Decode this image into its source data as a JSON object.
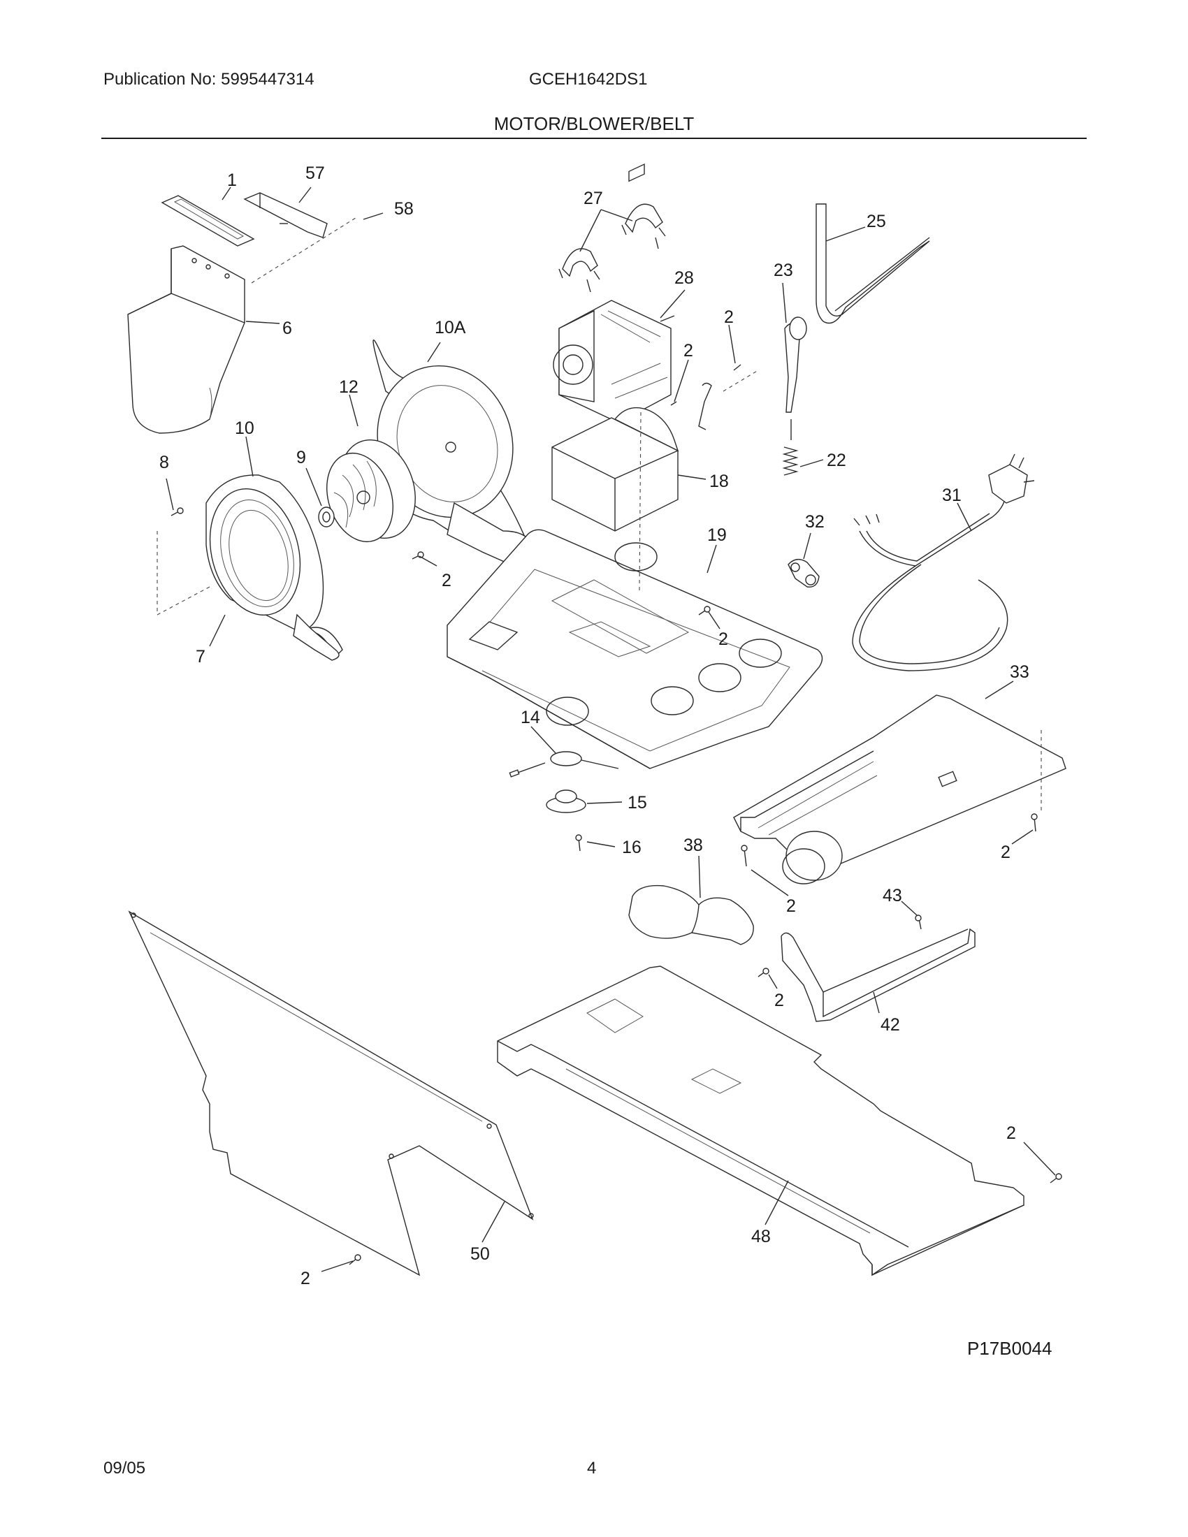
{
  "header": {
    "publication": "Publication No: 5995447314",
    "model": "GCEH1642DS1",
    "title": "MOTOR/BLOWER/BELT"
  },
  "callouts": [
    {
      "id": "c1",
      "label": "1"
    },
    {
      "id": "c57",
      "label": "57"
    },
    {
      "id": "c58",
      "label": "58"
    },
    {
      "id": "c6",
      "label": "6"
    },
    {
      "id": "c10A",
      "label": "10A"
    },
    {
      "id": "c12",
      "label": "12"
    },
    {
      "id": "c10",
      "label": "10"
    },
    {
      "id": "c8",
      "label": "8"
    },
    {
      "id": "c9",
      "label": "9"
    },
    {
      "id": "c7",
      "label": "7"
    },
    {
      "id": "c2a",
      "label": "2"
    },
    {
      "id": "c27",
      "label": "27"
    },
    {
      "id": "c28",
      "label": "28"
    },
    {
      "id": "c2b",
      "label": "2"
    },
    {
      "id": "c2c",
      "label": "2"
    },
    {
      "id": "c23",
      "label": "23"
    },
    {
      "id": "c25",
      "label": "25"
    },
    {
      "id": "c18",
      "label": "18"
    },
    {
      "id": "c22",
      "label": "22"
    },
    {
      "id": "c19",
      "label": "19"
    },
    {
      "id": "c2d",
      "label": "2"
    },
    {
      "id": "c32",
      "label": "32"
    },
    {
      "id": "c31",
      "label": "31"
    },
    {
      "id": "c33",
      "label": "33"
    },
    {
      "id": "c14",
      "label": "14"
    },
    {
      "id": "c15",
      "label": "15"
    },
    {
      "id": "c16",
      "label": "16"
    },
    {
      "id": "c38",
      "label": "38"
    },
    {
      "id": "c2e",
      "label": "2"
    },
    {
      "id": "c2f",
      "label": "2"
    },
    {
      "id": "c43",
      "label": "43"
    },
    {
      "id": "c2g",
      "label": "2"
    },
    {
      "id": "c42",
      "label": "42"
    },
    {
      "id": "c2h",
      "label": "2"
    },
    {
      "id": "c48",
      "label": "48"
    },
    {
      "id": "c50",
      "label": "50"
    },
    {
      "id": "c2i",
      "label": "2"
    }
  ],
  "footer": {
    "reference": "P17B0044",
    "date": "09/05",
    "page": "4"
  }
}
